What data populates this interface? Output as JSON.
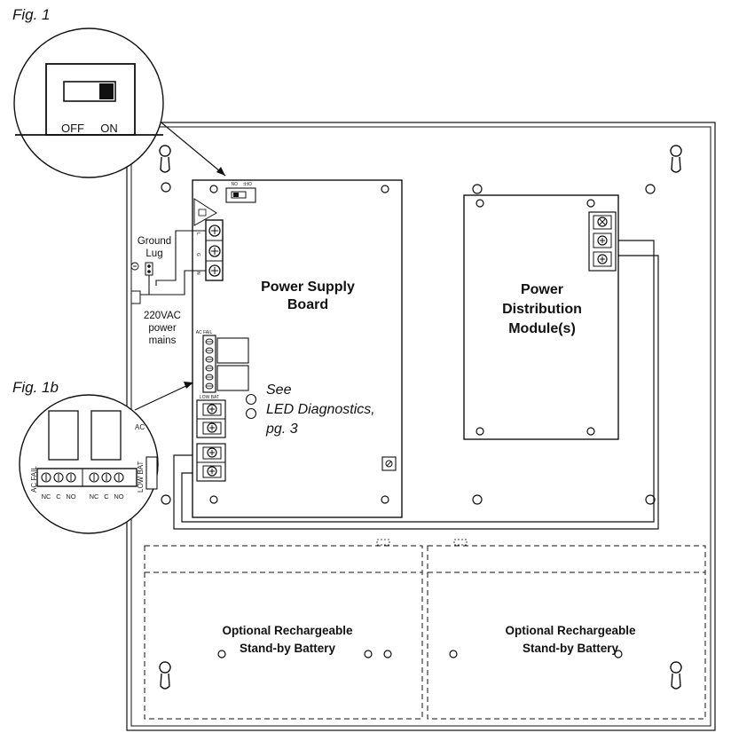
{
  "figures": {
    "fig1_caption": "Fig. 1",
    "fig1b_caption": "Fig. 1b"
  },
  "switch_inset": {
    "off_label": "OFF",
    "on_label": "ON"
  },
  "switch_small": {
    "on_label": "ON",
    "off_label": "OFF"
  },
  "ground_lug": {
    "label_line1": "Ground",
    "label_line2": "Lug"
  },
  "mains": {
    "line1": "220VAC",
    "line2": "power",
    "line3": "mains"
  },
  "power_supply_board": {
    "title_line1": "Power Supply",
    "title_line2": "Board",
    "ac_terminals": [
      "L",
      "G",
      "N"
    ],
    "ac_fail_label": "AC FAIL",
    "low_bat_label": "LOW BAT"
  },
  "led_note": {
    "line1": "See",
    "line2": "LED Diagnostics,",
    "line3": "pg. 3"
  },
  "distribution_module": {
    "title_line1": "Power",
    "title_line2": "Distribution",
    "title_line3": "Module(s)"
  },
  "relay_inset": {
    "ac_fail_label": "AC FAIL",
    "low_bat_label": "LOW BAT",
    "terminal_labels": [
      "NC",
      "C",
      "NO",
      "NC",
      "C",
      "NO"
    ],
    "edge_label": "AC"
  },
  "batteries": [
    {
      "line1": "Optional Rechargeable",
      "line2": "Stand-by Battery"
    },
    {
      "line1": "Optional Rechargeable",
      "line2": "Stand-by Battery"
    }
  ]
}
